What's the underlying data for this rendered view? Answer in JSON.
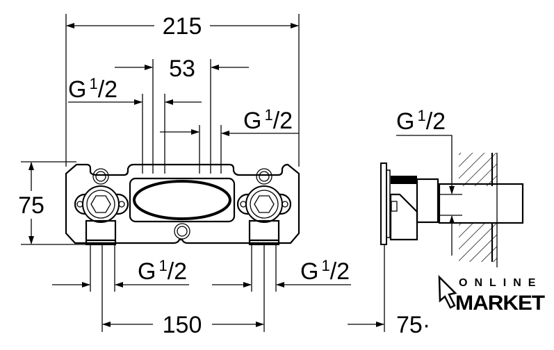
{
  "dimensions": {
    "overall_width": "215",
    "inlet_spacing": "53",
    "height": "75",
    "outlet_spacing": "150",
    "depth": "75·"
  },
  "thread": {
    "g": "G",
    "num": "1",
    "den": "/2"
  },
  "logo": {
    "line1": "ONLINE",
    "line2": "MARKET"
  },
  "colors": {
    "ink": "#000000",
    "background": "#ffffff"
  }
}
